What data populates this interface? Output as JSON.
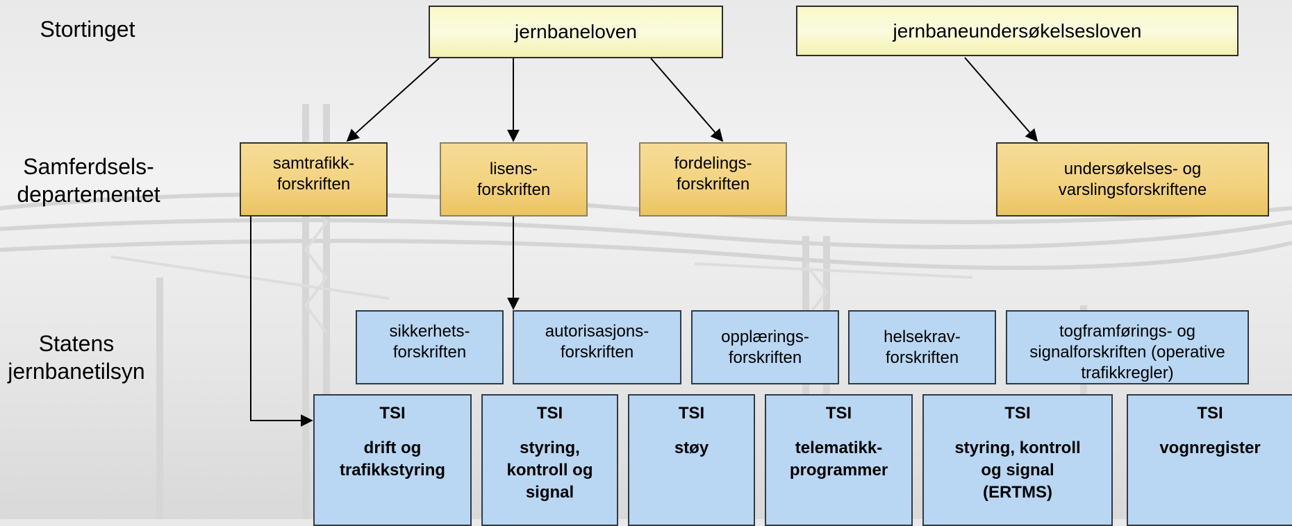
{
  "row_labels": {
    "stortinget": "Stortinget",
    "samferdsel_1": "Samferdsels-",
    "samferdsel_2": "departementet",
    "statens_1": "Statens",
    "statens_2": "jernbanetilsyn"
  },
  "laws": {
    "jernbaneloven": "jernbaneloven",
    "undersokelsesloven": "jernbaneundersøkelsesloven"
  },
  "ministry_regs": {
    "samtrafikk": [
      "samtrafikk-",
      "forskriften"
    ],
    "lisens": [
      "lisens-",
      "forskriften"
    ],
    "fordelings": [
      "fordelings-",
      "forskriften"
    ],
    "undersokelses": [
      "undersøkelses- og",
      "varslingsforskriftene"
    ]
  },
  "sjt_regs": {
    "sikkerhets": [
      "sikkerhets-",
      "forskriften"
    ],
    "autorisasjons": [
      "autorisasjons-",
      "forskriften"
    ],
    "opplarings": [
      "opplærings-",
      "forskriften"
    ],
    "helsekrav": [
      "helsekrav-",
      "forskriften"
    ],
    "togframforings": [
      "togframførings- og",
      "signalforskriften (operative",
      "trafikkregler)"
    ]
  },
  "tsi": {
    "head": "TSI",
    "items": [
      [
        "drift og",
        "trafikkstyring"
      ],
      [
        "styring,",
        "kontroll og",
        "signal"
      ],
      [
        "støy"
      ],
      [
        "telematikk-",
        "programmer"
      ],
      [
        "styring, kontroll",
        "og signal",
        "(ERTMS)"
      ],
      [
        "vognregister"
      ]
    ]
  }
}
